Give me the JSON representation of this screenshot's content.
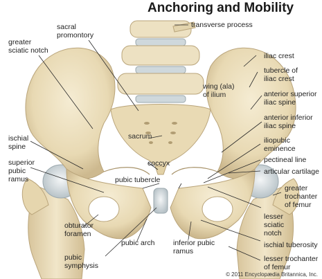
{
  "title": "Anchoring and Mobility",
  "labels": {
    "transverse_process": "transverse process",
    "sacral_promontory": "sacral\npromontory",
    "greater_sciatic_notch": "greater\nsciatic notch",
    "iliac_crest": "iliac crest",
    "tubercle_of_iliac_crest": "tubercle of\niliac crest",
    "wing_of_ilium": "wing (ala)\nof ilium",
    "anterior_superior_iliac_spine": "anterior superior\niliac spine",
    "anterior_inferior_iliac_spine": "anterior inferior\niliac spine",
    "sacrum": "sacrum",
    "coccyx": "coccyx",
    "ischial_spine": "ischial\nspine",
    "superior_pubic_ramus": "superior\npubic\nramus",
    "iliopubic_eminence": "iliopubic\neminence",
    "pectineal_line": "pectineal line",
    "articular_cartilage": "articular cartilage",
    "pubic_tubercle": "pubic tubercle",
    "greater_trochanter": "greater\ntrochanter\nof femur",
    "lesser_sciatic_notch": "lesser\nsciatic\nnotch",
    "obturator_foramen": "obturator\nforamen",
    "pubic_arch": "pubic arch",
    "inferior_pubic_ramus": "inferior pubic\nramus",
    "ischial_tuberosity": "ischial tuberosity",
    "pubic_symphysis": "pubic\nsymphysis",
    "lesser_trochanter": "lesser trochanter\nof femur"
  },
  "copyright": "© 2011 Encyclopædia Britannica, Inc.",
  "colors": {
    "bone": "#ecdfbd",
    "bone_shadow": "#c9b489",
    "cartilage": "#dde3e6",
    "line": "#2a2a2a"
  }
}
